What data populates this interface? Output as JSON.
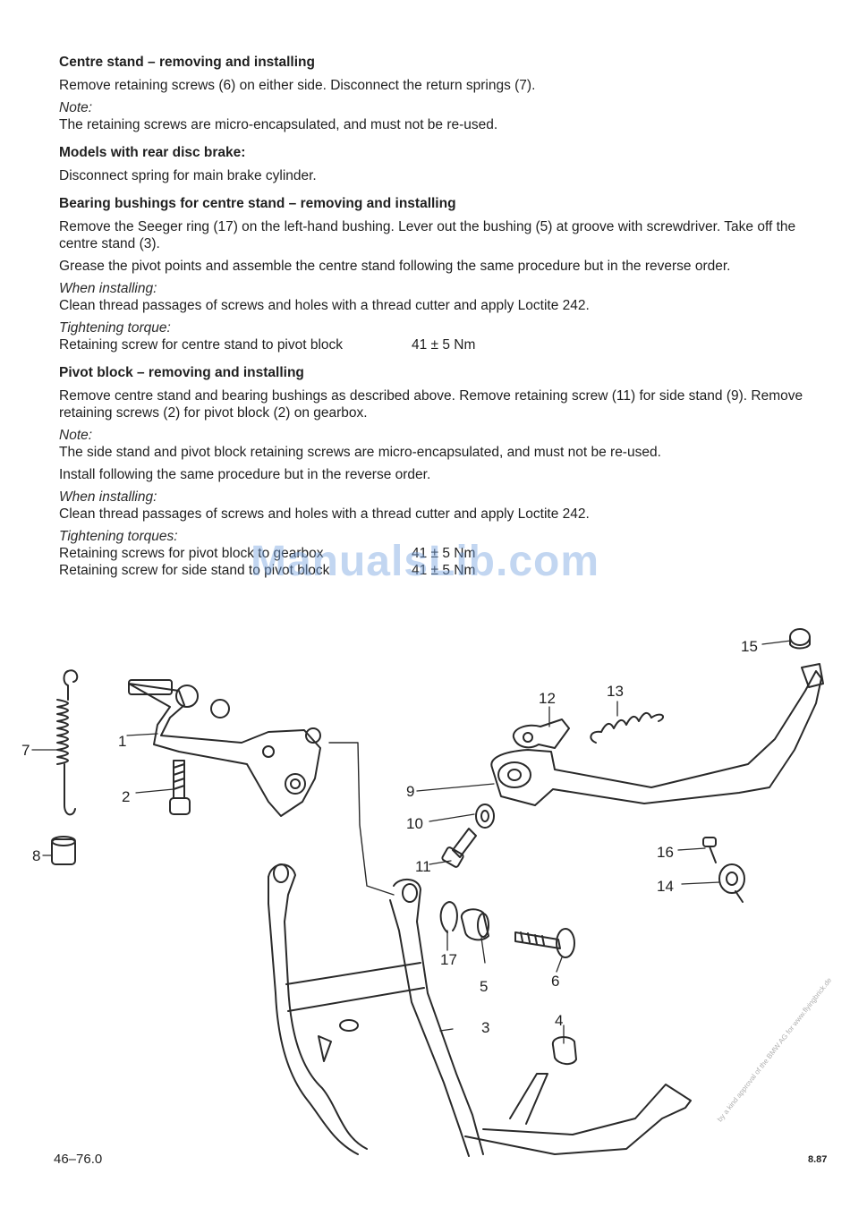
{
  "sections": [
    {
      "heading": "Centre stand – removing and installing",
      "paragraphs": [
        "Remove retaining screws (6) on either side. Disconnect the return springs (7)."
      ],
      "note_label": "Note:",
      "note_text": "The retaining screws are micro-encapsulated, and must not be re-used."
    },
    {
      "heading": "Models with rear disc brake:",
      "paragraphs": [
        "Disconnect spring for main brake cylinder."
      ]
    },
    {
      "heading": "Bearing bushings for centre stand – removing and installing",
      "paragraphs": [
        "Remove the Seeger ring (17) on the left-hand bushing. Lever out the bushing (5) at groove with screwdriver. Take off the centre stand (3).",
        "Grease the pivot points and assemble the centre stand following the same procedure but in the reverse order."
      ],
      "install_label": "When installing:",
      "install_text": "Clean thread passages of screws and holes with a thread cutter and apply Loctite 242.",
      "torque_label": "Tightening torque:",
      "torques": [
        {
          "item": "Retaining screw for centre stand to pivot block",
          "value": "41 ± 5 Nm"
        }
      ]
    },
    {
      "heading": "Pivot block – removing and installing",
      "paragraphs": [
        "Remove centre stand and bearing bushings as described above. Remove retaining screw (11) for side stand (9). Remove retaining screws (2) for pivot block (2) on gearbox."
      ],
      "note_label": "Note:",
      "note_text": "The side stand and pivot block retaining screws are micro-encapsulated, and must not be re-used.",
      "paragraphs_after": [
        "Install following the same procedure but in the reverse order."
      ],
      "install_label": "When installing:",
      "install_text": "Clean thread passages of screws and holes with a thread cutter and apply Loctite 242.",
      "torque_label": "Tightening torques:",
      "torques": [
        {
          "item": "Retaining screws for pivot block to gearbox",
          "value": "41 ± 5 Nm"
        },
        {
          "item": "Retaining screw for side stand to pivot block",
          "value": "41 ± 5 Nm"
        }
      ]
    }
  ],
  "diagram": {
    "part_numbers": [
      "1",
      "2",
      "3",
      "4",
      "5",
      "6",
      "7",
      "8",
      "9",
      "10",
      "11",
      "12",
      "13",
      "14",
      "15",
      "16",
      "17"
    ]
  },
  "footer": {
    "page_ref": "46–76.0",
    "date_code": "8.87"
  },
  "watermark": "ManualsLib.com",
  "credit": "by a kind approval of the BMW AG for www.flyingbrick.de"
}
